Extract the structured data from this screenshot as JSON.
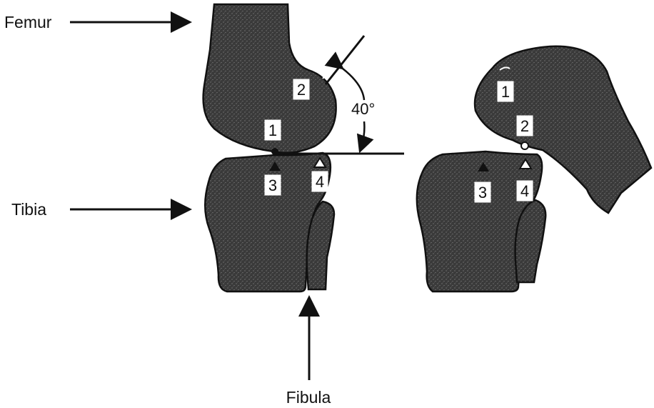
{
  "labels": {
    "femur": "Femur",
    "tibia": "Tibia",
    "fibula": "Fibula",
    "angle": "40°"
  },
  "left_markers": [
    "1",
    "2",
    "3",
    "4"
  ],
  "right_markers": [
    "1",
    "2",
    "3",
    "4"
  ],
  "colors": {
    "bone": "#3a3a3a",
    "line": "#111111",
    "background": "#ffffff"
  }
}
